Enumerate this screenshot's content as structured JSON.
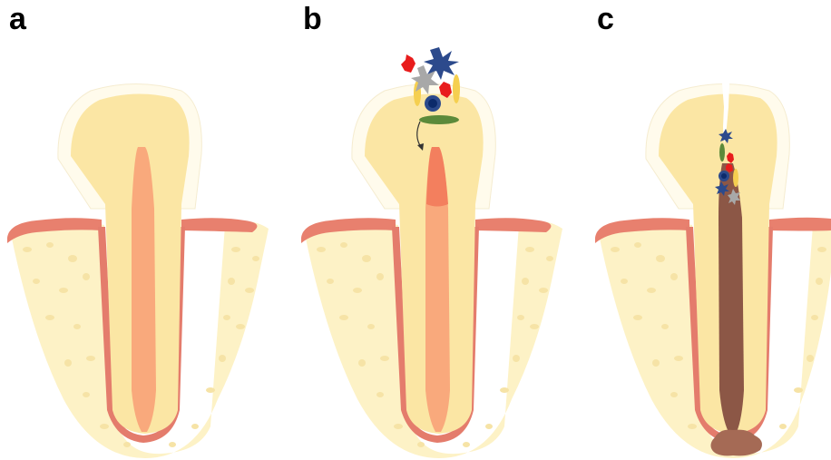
{
  "panels": [
    {
      "label": "a"
    },
    {
      "label": "b"
    },
    {
      "label": "c"
    }
  ],
  "colors": {
    "background": "#ffffff",
    "bone": "#fdf2c6",
    "bone_speckle": "#f6e3a6",
    "gum": "#e8806e",
    "periodontal_ligament": "#e47c6c",
    "dentin": "#fbe6a4",
    "enamel": "#fffbec",
    "pulp": "#f9a97c",
    "inflamed_pulp": "#f37f5e",
    "necrotic_pulp": "#8c5746",
    "periapical_lesion": "#a56a55",
    "blue_cell": "#2c4a8c",
    "red_cell": "#e81c1c",
    "grey_cell": "#a8a8a8",
    "green_cell": "#5c8a3a",
    "yellow_cell": "#f5cf50"
  },
  "icons": [
    "tooth-icon",
    "bacteria-icon",
    "immune-cell-icon",
    "arrow-icon"
  ]
}
